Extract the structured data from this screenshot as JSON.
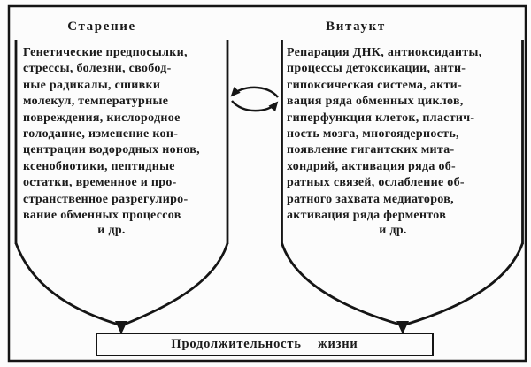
{
  "diagram": {
    "left_column": {
      "title": "Старение",
      "lines": [
        "Генетические предпосылки,",
        "стрессы, болезни, свобод-",
        "ные радикалы, сшивки",
        "молекул, температурные",
        "повреждения, кислородное",
        "голодание, изменение кон-",
        "центрации водородных ионов,",
        "ксенобиотики, пептидные",
        "остатки, временное и про-",
        "странственное разрегулиро-",
        "вание обменных процессов"
      ],
      "etc": "и др."
    },
    "right_column": {
      "title": "Витаукт",
      "lines": [
        "Репарация ДНК, антиоксиданты,",
        "процессы детоксикации, анти-",
        "гипоксическая система, акти-",
        "вация ряда обменных циклов,",
        "гиперфункция клеток, пластич-",
        "ность мозга, многоядерность,",
        "появление гигантских мита-",
        "хондрий, активация ряда об-",
        "ратных связей, ослабление об-",
        "ратного захвата медиаторов,",
        "активация ряда ферментов"
      ],
      "etc": "и др."
    },
    "bottom_box": {
      "label": "Продолжительность жизни"
    },
    "colors": {
      "ink": "#151515",
      "background": "#fcfcfc"
    }
  }
}
